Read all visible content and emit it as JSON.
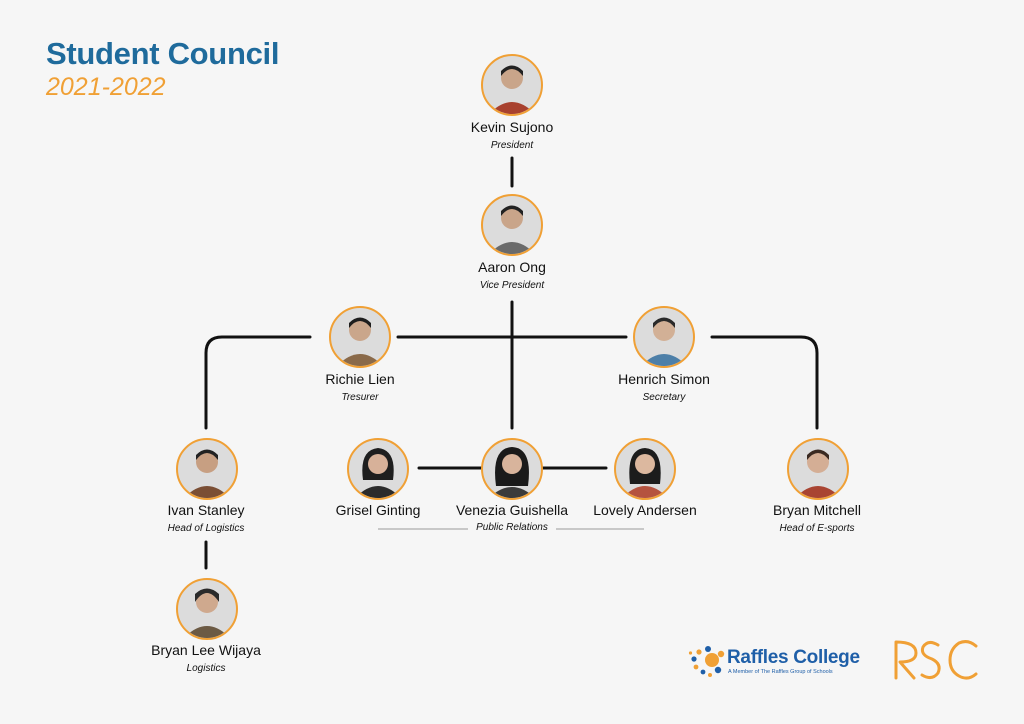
{
  "header": {
    "title": "Student Council",
    "subtitle": "2021-2022"
  },
  "members": {
    "kevin": {
      "name": "Kevin Sujono",
      "role": "President"
    },
    "aaron": {
      "name": "Aaron Ong",
      "role": "Vice President"
    },
    "richie": {
      "name": "Richie Lien",
      "role": "Tresurer"
    },
    "henrich": {
      "name": "Henrich Simon",
      "role": "Secretary"
    },
    "ivan": {
      "name": "Ivan Stanley",
      "role": "Head of Logistics"
    },
    "grisel": {
      "name": "Grisel Ginting",
      "role": ""
    },
    "venezia": {
      "name": "Venezia Guishella",
      "role": ""
    },
    "lovely": {
      "name": "Lovely Andersen",
      "role": ""
    },
    "mitchell": {
      "name": "Bryan Mitchell",
      "role": "Head of E-sports"
    },
    "bryanlee": {
      "name": "Bryan Lee Wijaya",
      "role": "Logistics"
    }
  },
  "groups": {
    "public_relations": "Public Relations"
  },
  "footer": {
    "school_name": "Raffles College",
    "school_tagline": "A Member of The Raffles Group of Schools",
    "council_logo_text": "RSC"
  },
  "colors": {
    "accent_orange": "#f0a035",
    "brand_blue": "#1f6b9c",
    "connector": "#111111"
  }
}
